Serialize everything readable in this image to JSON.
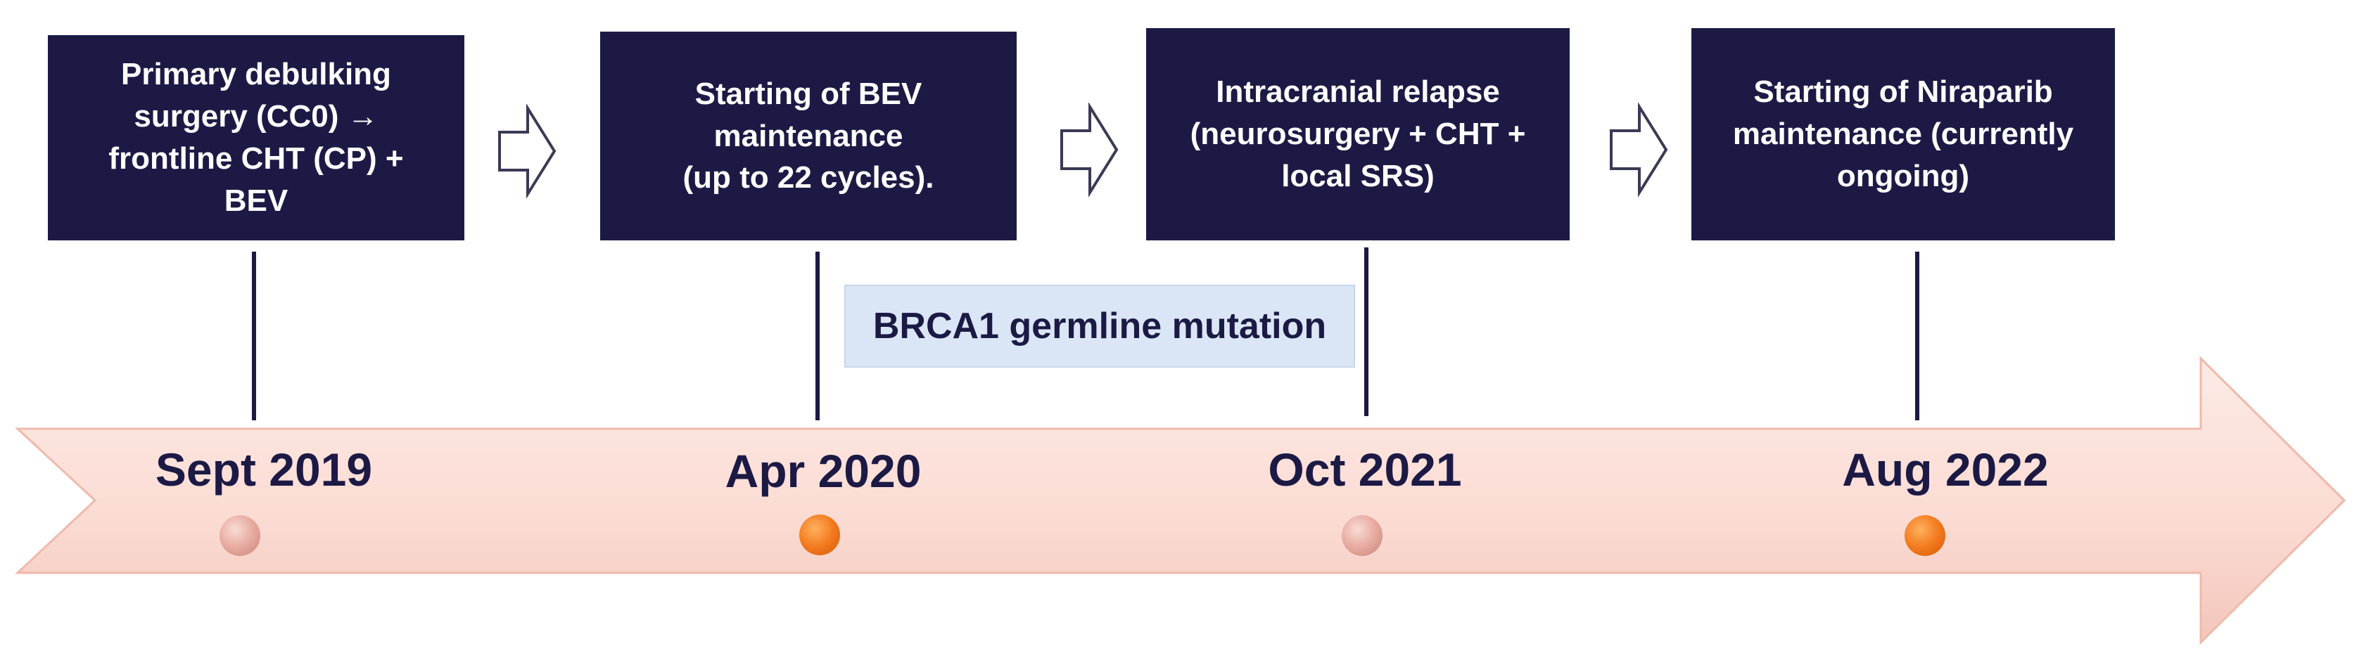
{
  "events": [
    {
      "lines": [
        "Primary debulking",
        "surgery (CC0) →",
        "frontline CHT (CP) +",
        "BEV"
      ]
    },
    {
      "lines": [
        "Starting of BEV",
        "maintenance",
        "(up to 22 cycles)."
      ]
    },
    {
      "lines": [
        "Intracranial relapse",
        "(neurosurgery + CHT +",
        "local SRS)"
      ]
    },
    {
      "lines": [
        "Starting of Niraparib",
        "maintenance (currently",
        "ongoing)"
      ]
    }
  ],
  "dates": [
    {
      "label": "Sept 2019",
      "marker": "pink"
    },
    {
      "label": "Apr 2020",
      "marker": "orange"
    },
    {
      "label": "Oct 2021",
      "marker": "pink"
    },
    {
      "label": "Aug 2022",
      "marker": "orange"
    }
  ],
  "annotation": "BRCA1 germline mutation",
  "colors": {
    "box_fill": "#1c1a45",
    "text_dark": "#1c1a45",
    "timeline_fill": "#fde5df",
    "annotation_fill": "#dae6f5",
    "marker_pink": "#e9aea4",
    "marker_orange": "#f37a1e"
  }
}
